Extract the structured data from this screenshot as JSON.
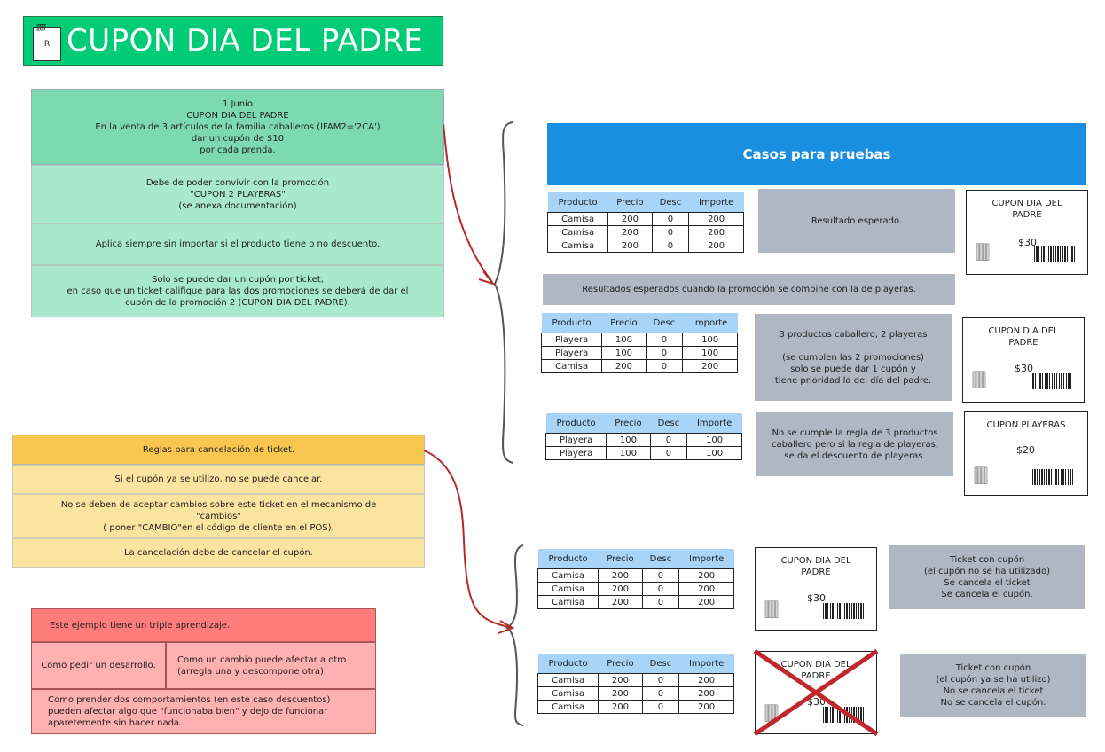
{
  "title": {
    "icon_letter": "R",
    "text": "CUPON DIA DEL PADRE"
  },
  "promo_notes": [
    "1 Junio\nCUPON DIA DEL PADRE\nEn la venta de 3 artículos de la familia caballeros (IFAM2='2CA')\ndar un cupón de $10\npor cada prenda.",
    "Debe de poder convivir con la promoción\n\"CUPON 2 PLAYERAS\"\n(se anexa documentación)",
    "Aplica siempre sin importar si el producto tiene o no descuento.",
    "Solo se puede dar un cupón por ticket,\nen caso que un ticket califique para las dos promociones se deberá de dar el\ncupón de la promoción 2 (CUPON DIA DEL PADRE)."
  ],
  "cancel_notes": [
    "Reglas para cancelación de ticket.",
    "Si el cupón ya se utilizo, no se puede cancelar.",
    "No se deben de aceptar cambios sobre este ticket en el mecanismo de\n\"cambios\"\n( poner \"CAMBIO\"en el código de cliente en el POS).",
    "La cancelación debe de cancelar el cupón."
  ],
  "learning_notes": {
    "header": "Este ejemplo tiene un triple aprendizaje.",
    "left": "Como pedir un desarrollo.",
    "right": "Como un cambio puede afectar a otro\n(arregla una y descompone otra).",
    "bottom": "Como prender dos comportamientos (en este caso descuentos)\npueden afectar algo que \"funcionaba bien\" y dejo de funcionar\naparetemente sin hacer nada."
  },
  "test_header": "Casos para pruebas",
  "columns": [
    "Producto",
    "Precio",
    "Desc",
    "Importe"
  ],
  "tables": [
    {
      "rows": [
        [
          "Camisa",
          "200",
          "0",
          "200"
        ],
        [
          "Camisa",
          "200",
          "0",
          "200"
        ],
        [
          "Camisa",
          "200",
          "0",
          "200"
        ]
      ]
    },
    {
      "rows": [
        [
          "Playera",
          "100",
          "0",
          "100"
        ],
        [
          "Playera",
          "100",
          "0",
          "100"
        ],
        [
          "Camisa",
          "200",
          "0",
          "200"
        ]
      ]
    },
    {
      "rows": [
        [
          "Playera",
          "100",
          "0",
          "100"
        ],
        [
          "Playera",
          "100",
          "0",
          "100"
        ]
      ]
    },
    {
      "rows": [
        [
          "Camisa",
          "200",
          "0",
          "200"
        ],
        [
          "Camisa",
          "200",
          "0",
          "200"
        ],
        [
          "Camisa",
          "200",
          "0",
          "200"
        ]
      ]
    },
    {
      "rows": [
        [
          "Camisa",
          "200",
          "0",
          "200"
        ],
        [
          "Camisa",
          "200",
          "0",
          "200"
        ],
        [
          "Camisa",
          "200",
          "0",
          "200"
        ]
      ]
    }
  ],
  "results": [
    "Resultado  esperado.",
    "Resultados  esperados cuando la promoción se combine con la de playeras.",
    "3 productos caballero, 2 playeras\n\n(se cumplen las 2 promociones)\nsolo se puede dar 1 cupón y\ntiene prioridad la del día del padre.",
    "No se cumple la regla de 3 productos\ncaballero pero si la regla de playeras,\nse da el descuento de playeras.",
    "Ticket con cupón\n(el cupón no se ha utilizado)\nSe cancela el ticket\nSe cancela el cupón.",
    "Ticket con cupón\n(el cupón ya se ha utilizo)\nNo se cancela el ticket\nNo se cancela el cupón."
  ],
  "coupons": [
    {
      "title": "CUPON DIA DEL\nPADRE",
      "amount": "$30"
    },
    {
      "title": "CUPON DIA DEL\nPADRE",
      "amount": "$30"
    },
    {
      "title": "CUPON PLAYERAS",
      "amount": "$20"
    },
    {
      "title": "CUPON DIA DEL\nPADRE",
      "amount": "$30"
    },
    {
      "title": "CUPON DIA DEL\nPADRE",
      "amount": "$30"
    }
  ],
  "colors": {
    "accent_blue": "#1a8ee0",
    "green": "#00cc77",
    "arrow_red": "#b52a2a",
    "cross_red": "#c0282d"
  }
}
